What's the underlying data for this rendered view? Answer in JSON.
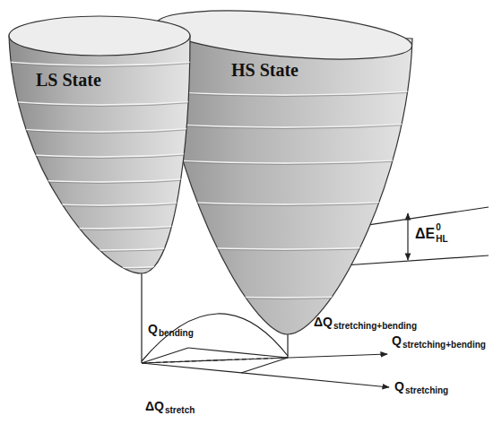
{
  "diagram": {
    "nodes": [
      {
        "text": [
          "LS State"
        ]
      },
      {
        "text": [
          "HS State"
        ]
      }
    ],
    "labels": [
      "ΔE",
      "0",
      "HL",
      "ΔQ",
      "stretching+bending",
      "Q",
      "bending",
      "Q",
      "stretching+bending",
      "ΔQ",
      "stretch",
      "Q",
      "stretching"
    ]
  }
}
